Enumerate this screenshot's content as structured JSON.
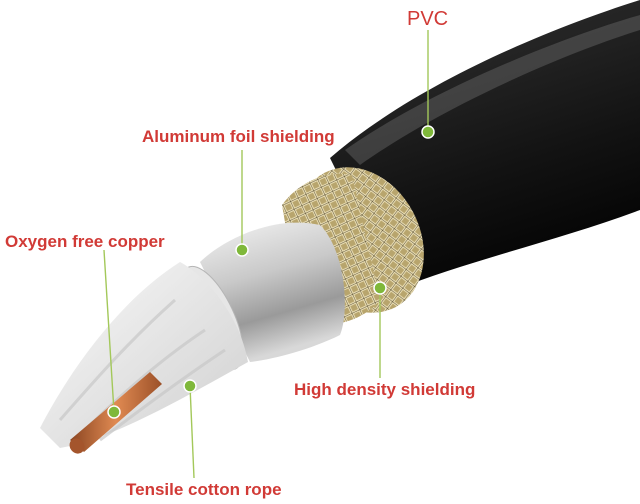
{
  "labels": {
    "pvc": "PVC",
    "aluminum_foil": "Aluminum foil shielding",
    "copper": "Oxygen free copper",
    "braid": "High density shielding",
    "rope": "Tensile cotton rope"
  },
  "colors": {
    "label_text": "#d13a36",
    "leader_line": "#a3c85a",
    "marker_dot": "#7fb83a",
    "jacket": "#1c1c1c",
    "braid": "#cdbf8d",
    "foil": "#d4d4d4",
    "insulation": "#ececec",
    "copper": "#c6703a"
  }
}
